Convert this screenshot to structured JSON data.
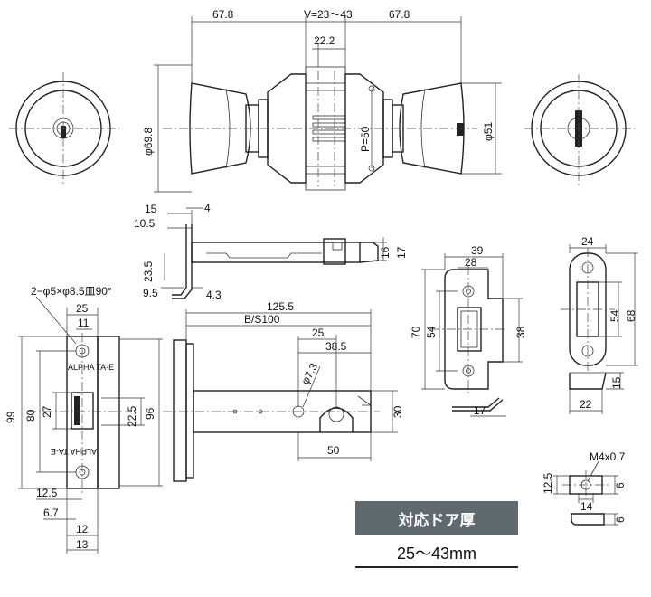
{
  "dims": {
    "top_left_width": "67.8",
    "top_v_range": "V=23～43",
    "top_right_width": "67.8",
    "top_22_2": "22.2",
    "dia_69_8": "φ69.8",
    "dia_51": "φ51",
    "p_50": "P=50",
    "d15": "15",
    "d10_5": "10.5",
    "d4": "4",
    "d23_5": "23.5",
    "d9_5": "9.5",
    "d4_3": "4.3",
    "d16": "16",
    "d17": "17",
    "hole_note": "2−φ5×φ8.5皿90°",
    "d25_face": "25",
    "d11": "11",
    "d99": "99",
    "d80": "80",
    "d27": "27",
    "d22_5": "22.5",
    "d96": "96",
    "d12_5": "12.5",
    "d6_7": "6.7",
    "d12": "12",
    "d13": "13",
    "d125_5": "125.5",
    "bs100": "B/S100",
    "d25_case": "25",
    "d38_5": "38.5",
    "dia_7_3": "φ7.3",
    "d30": "30",
    "d50": "50",
    "d39": "39",
    "d28": "28",
    "d70": "70",
    "d54_strike": "54",
    "d38": "38",
    "d17_strike": "17",
    "d24": "24",
    "d54_rose": "54",
    "d68": "68",
    "d15_rose": "15",
    "d22": "22",
    "m4": "M4x0.7",
    "d12_5_screw": "12.5",
    "d6_a": "6",
    "d14": "14",
    "d6_b": "6"
  },
  "face_marking": "ALPHA TA-E",
  "face_marking_rev": "ALPHA TA-E",
  "caption": {
    "label": "対応ドア厚",
    "value": "25～43mm"
  }
}
